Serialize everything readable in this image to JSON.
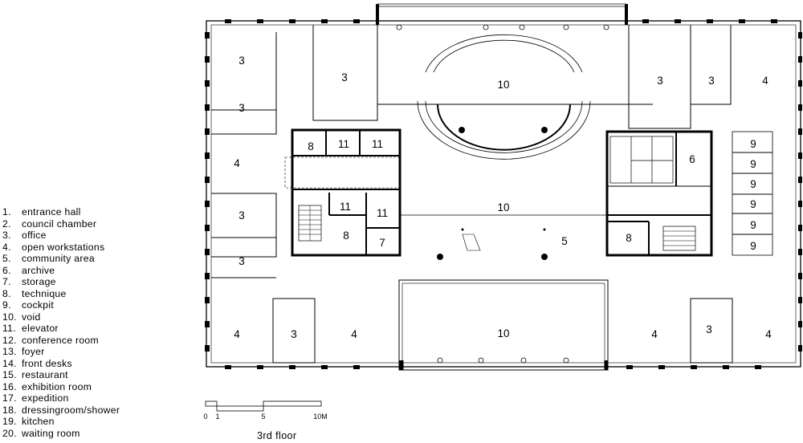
{
  "legend": [
    {
      "num": "1.",
      "label": "entrance hall"
    },
    {
      "num": "2.",
      "label": "council chamber"
    },
    {
      "num": "3.",
      "label": "office"
    },
    {
      "num": "4.",
      "label": "open workstations"
    },
    {
      "num": "5.",
      "label": "community area"
    },
    {
      "num": "6.",
      "label": "archive"
    },
    {
      "num": "7.",
      "label": "storage"
    },
    {
      "num": "8.",
      "label": "technique"
    },
    {
      "num": "9.",
      "label": "cockpit"
    },
    {
      "num": "10.",
      "label": "void"
    },
    {
      "num": "11.",
      "label": "elevator"
    },
    {
      "num": "12.",
      "label": "conference room"
    },
    {
      "num": "13.",
      "label": "foyer"
    },
    {
      "num": "14.",
      "label": "front desks"
    },
    {
      "num": "15.",
      "label": "restaurant"
    },
    {
      "num": "16.",
      "label": "exhibition room"
    },
    {
      "num": "17.",
      "label": "expedition"
    },
    {
      "num": "18.",
      "label": "dressingroom/shower"
    },
    {
      "num": "19.",
      "label": "kitchen"
    },
    {
      "num": "20.",
      "label": "waiting room"
    }
  ],
  "scale_bar": {
    "ticks": [
      "0",
      "1",
      "5",
      "10M"
    ]
  },
  "floor_label": "3rd floor",
  "room_numbers": {
    "n3": "3",
    "n4": "4",
    "n5": "5",
    "n6": "6",
    "n7": "7",
    "n8": "8",
    "n9": "9",
    "n10": "10",
    "n11": "11"
  },
  "colors": {
    "line": "#000000",
    "background": "#ffffff"
  }
}
